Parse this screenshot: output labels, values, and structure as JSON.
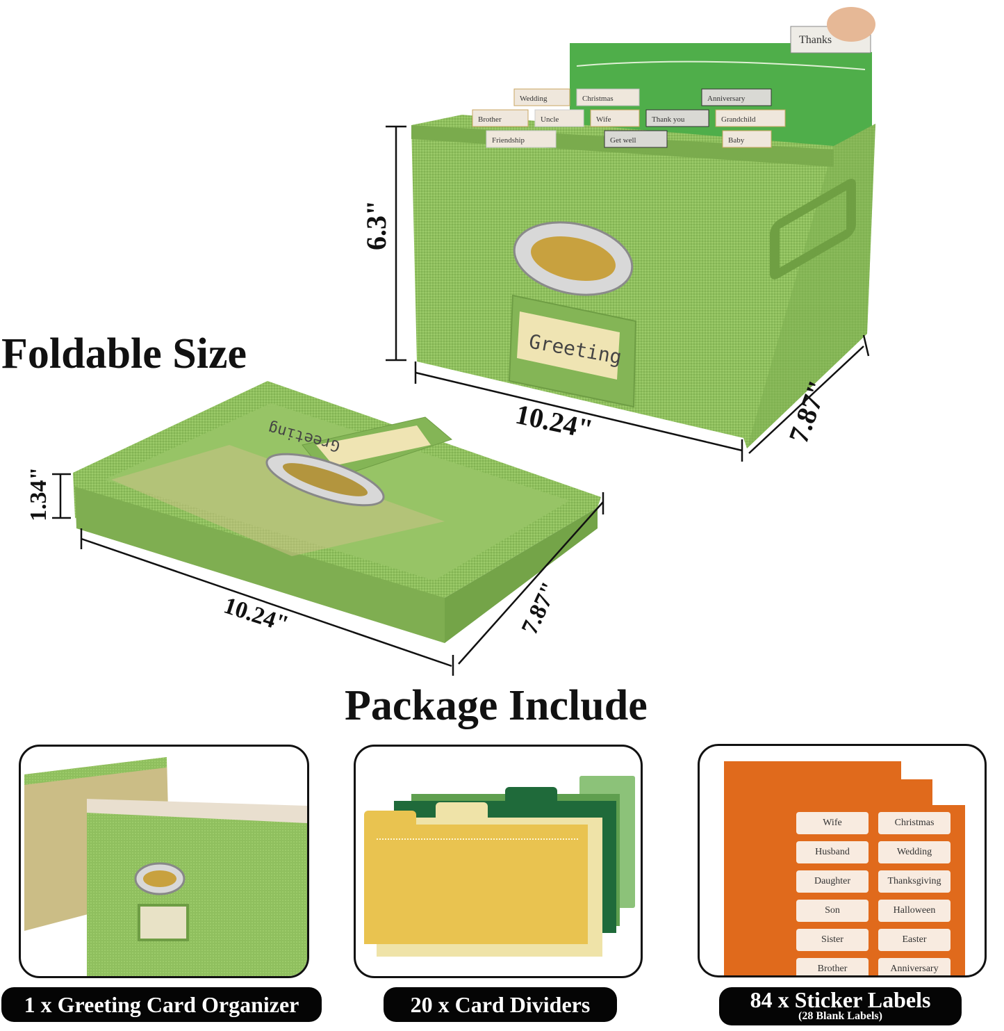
{
  "headings": {
    "foldable": "Foldable Size",
    "package": "Package Include"
  },
  "dimensions": {
    "open_height": "6.3\"",
    "open_length": "10.24\"",
    "open_width": "7.87\"",
    "folded_height": "1.34\"",
    "folded_length": "10.24\"",
    "folded_width": "7.87\""
  },
  "box": {
    "label_card": "Greeting",
    "pulled_tab": "Thanks",
    "divider_tabs": [
      "Wedding",
      "Brother",
      "Christmas",
      "Uncle",
      "Wife",
      "Friendship",
      "Anniversary",
      "Thank you",
      "Get well",
      "Grandchild",
      "Baby"
    ],
    "colors": {
      "fabric": "#8fbf5e",
      "divider": "#4fae4a",
      "handle": "#c9c9c9"
    }
  },
  "package_items": [
    {
      "label": "1 x Greeting Card Organizer"
    },
    {
      "label": "20 x Card Dividers",
      "divider_colors": [
        "#e9c350",
        "#efe3a8",
        "#1f6a3a",
        "#5f9f4f",
        "#8cc279"
      ]
    },
    {
      "label": "84 x Sticker Labels",
      "sublabel": "(28 Blank Labels)",
      "sticker_color": "#e06a1c",
      "stickers": [
        "Wife",
        "Christmas",
        "Husband",
        "Wedding",
        "Daughter",
        "Thanksgiving",
        "Son",
        "Halloween",
        "Sister",
        "Easter",
        "Brother",
        "Anniversary"
      ]
    }
  ]
}
